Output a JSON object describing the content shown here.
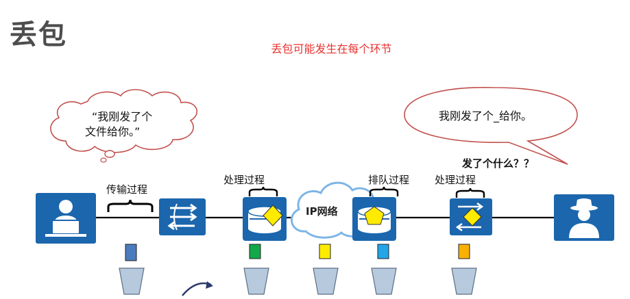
{
  "title": "丢包",
  "subtitle": "丢包可能发生在每个环节",
  "bubbles": {
    "left_line1": "“我刚发了个",
    "left_line2": "文件给你。”",
    "right": "我刚发了个_给你。"
  },
  "question": "发了个什么？？",
  "stages": {
    "transmission": "传输过程",
    "processing_1": "处理过程",
    "queuing": "排队过程",
    "processing_2": "处理过程"
  },
  "ip_network": "IP网络",
  "colors": {
    "device_blue": "#1b66ad",
    "packet_blue": "#4a7bbd",
    "packet_green": "#12a84a",
    "packet_yellow": "#ffeb00",
    "packet_cyan": "#22a6e8",
    "packet_orange": "#f8b100",
    "bucket_fill": "#b7c9dc",
    "bubble_stroke": "#c0504d",
    "subtitle_red": "#e8312f"
  }
}
